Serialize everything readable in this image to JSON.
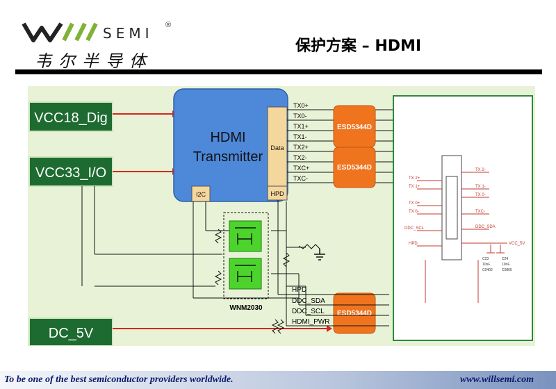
{
  "header": {
    "logo_brand": "SEMI",
    "logo_reg": "®",
    "logo_cn": "韦尔半导体",
    "title": "保护方案 – HDMI"
  },
  "diagram": {
    "sources": {
      "vcc18": "VCC18_Dig",
      "vcc33": "VCC33_I/O",
      "dc5v": "DC_5V"
    },
    "transmitter": {
      "line1": "HDMI",
      "line2": "Transmitter",
      "data_port": "Data",
      "i2c_port": "I2C",
      "hpd_port": "HPD"
    },
    "tx_signals": [
      "TX0+",
      "TX0-",
      "TX1+",
      "TX1-",
      "TX2+",
      "TX2-",
      "TXC+",
      "TXC-"
    ],
    "esd_label": "ESD5344D",
    "bottom_signals": [
      "HPD",
      "DDC_SDA",
      "DDC_SCL",
      "HDMI_PWR"
    ],
    "level_shifter": "WNM2030",
    "connector": {
      "left_pins": [
        "TX 2+",
        "TX 1+",
        "TX 0+",
        "TX 0-",
        "DDC_SCL",
        "HPD"
      ],
      "right_pins": [
        "TX 2-",
        "TX 1-",
        "TX 0-",
        "TXC-",
        "DDC_SDA",
        "VCC_5V"
      ],
      "caps": [
        "C23",
        "C24"
      ],
      "cap_values": [
        "10nF",
        "10nF"
      ],
      "cap_refs": [
        "C0402",
        "C0805"
      ]
    }
  },
  "footer": {
    "slogan": "To be one of the best semiconductor providers worldwide.",
    "url": "www.willsemi.com"
  }
}
